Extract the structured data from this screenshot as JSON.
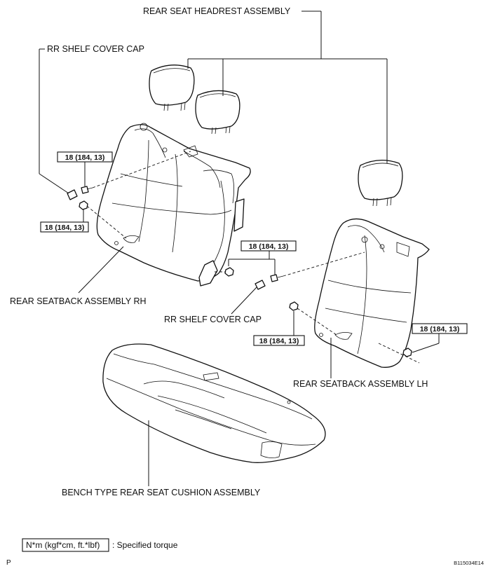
{
  "labels": {
    "rear_seat_headrest_assembly": "REAR SEAT HEADREST ASSEMBLY",
    "rr_shelf_cover_cap_left": "RR SHELF COVER CAP",
    "rear_seatback_assembly_rh": "REAR SEATBACK ASSEMBLY RH",
    "rr_shelf_cover_cap_center": "RR SHELF COVER CAP",
    "rear_seatback_assembly_lh": "REAR SEATBACK ASSEMBLY LH",
    "bench_type_rear_seat_cushion_assembly": "BENCH TYPE REAR SEAT CUSHION ASSEMBLY"
  },
  "torque_boxes": [
    "18 (184, 13)",
    "18 (184, 13)",
    "18 (184, 13)",
    "18 (184, 13)",
    "18 (184, 13)"
  ],
  "legend": {
    "unit": "N*m (kgf*cm, ft.*lbf)",
    "description": ": Specified torque"
  },
  "footer": {
    "page_marker": "P",
    "figure_id": "B115034E14"
  }
}
